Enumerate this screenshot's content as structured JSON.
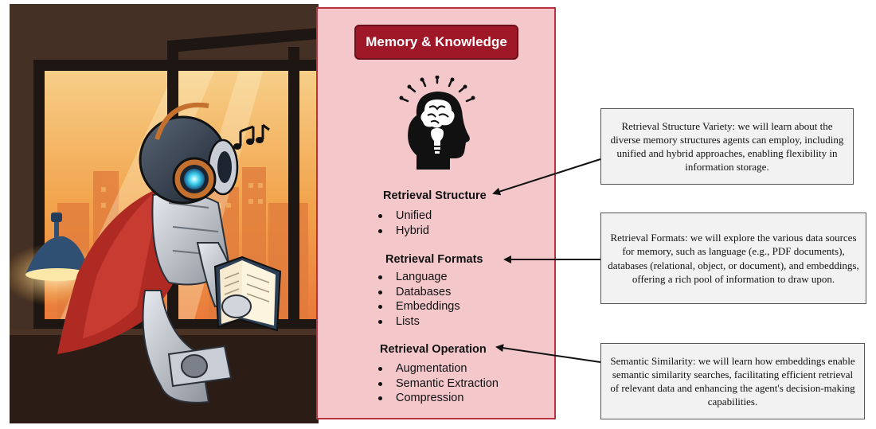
{
  "panel": {
    "title": "Memory & Knowledge",
    "icon": "brain-lightbulb-head-icon",
    "sections": [
      {
        "title": "Retrieval Structure",
        "items": [
          "Unified",
          "Hybrid"
        ]
      },
      {
        "title": "Retrieval Formats",
        "items": [
          "Language",
          "Databases",
          "Embeddings",
          "Lists"
        ]
      },
      {
        "title": "Retrieval Operation",
        "items": [
          "Augmentation",
          "Semantic Extraction",
          "Compression"
        ]
      }
    ]
  },
  "notes": [
    {
      "text": "Retrieval Structure Variety: we will learn about the diverse memory structures agents can employ, including unified and hybrid approaches, enabling flexibility in information storage."
    },
    {
      "text": "Retrieval Formats: we will explore the various data sources for memory, such as language (e.g., PDF documents), databases (relational, object, or document), and embeddings, offering a rich pool of information to draw upon."
    },
    {
      "text": "Semantic Similarity: we will learn how embeddings enable semantic similarity searches, facilitating efficient retrieval of relevant data and enhancing the agent's decision-making capabilities."
    }
  ],
  "illustration": {
    "subject": "robot-reading-book-illustration",
    "music_icon": "music-notes-icon",
    "colors": {
      "sky": "#f2a24a",
      "wall": "#3a2a22",
      "cape": "#b02a24",
      "robot": "#c9ced6"
    }
  }
}
